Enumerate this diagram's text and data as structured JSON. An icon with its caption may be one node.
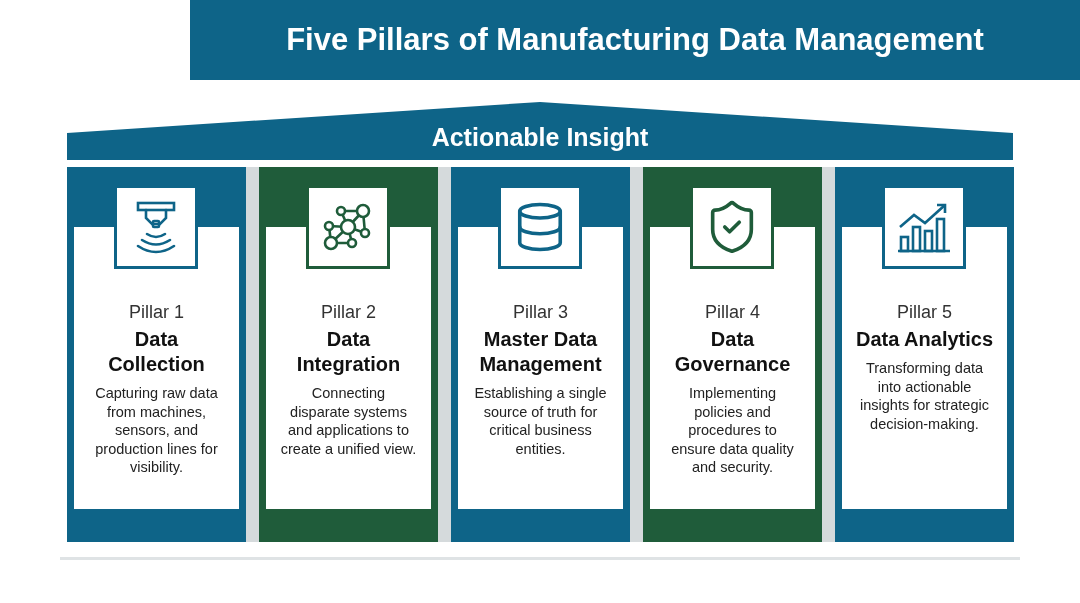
{
  "diagram": {
    "title": "Five Pillars of Manufacturing Data Management",
    "nodes": [
      {
        "text": [
          "Actionable Insight"
        ]
      },
      {
        "text": [
          "Pillar 1",
          "Data Collection",
          "Capturing raw data from machines, sensors, and production lines for visibility."
        ]
      },
      {
        "text": [
          "Pillar 2",
          "Data Integration",
          "Connecting disparate systems and applications to create a unified view."
        ]
      },
      {
        "text": [
          "Pillar 3",
          "Master Data Management",
          "Establishing a single source of truth for critical business entities."
        ]
      },
      {
        "text": [
          "Pillar 4",
          "Data Governance",
          "Implementing policies and procedures to ensure data quality and security."
        ]
      },
      {
        "text": [
          "Pillar 5",
          "Data Analytics",
          "Transforming data into actionable insights for strategic decision-making."
        ]
      }
    ]
  }
}
